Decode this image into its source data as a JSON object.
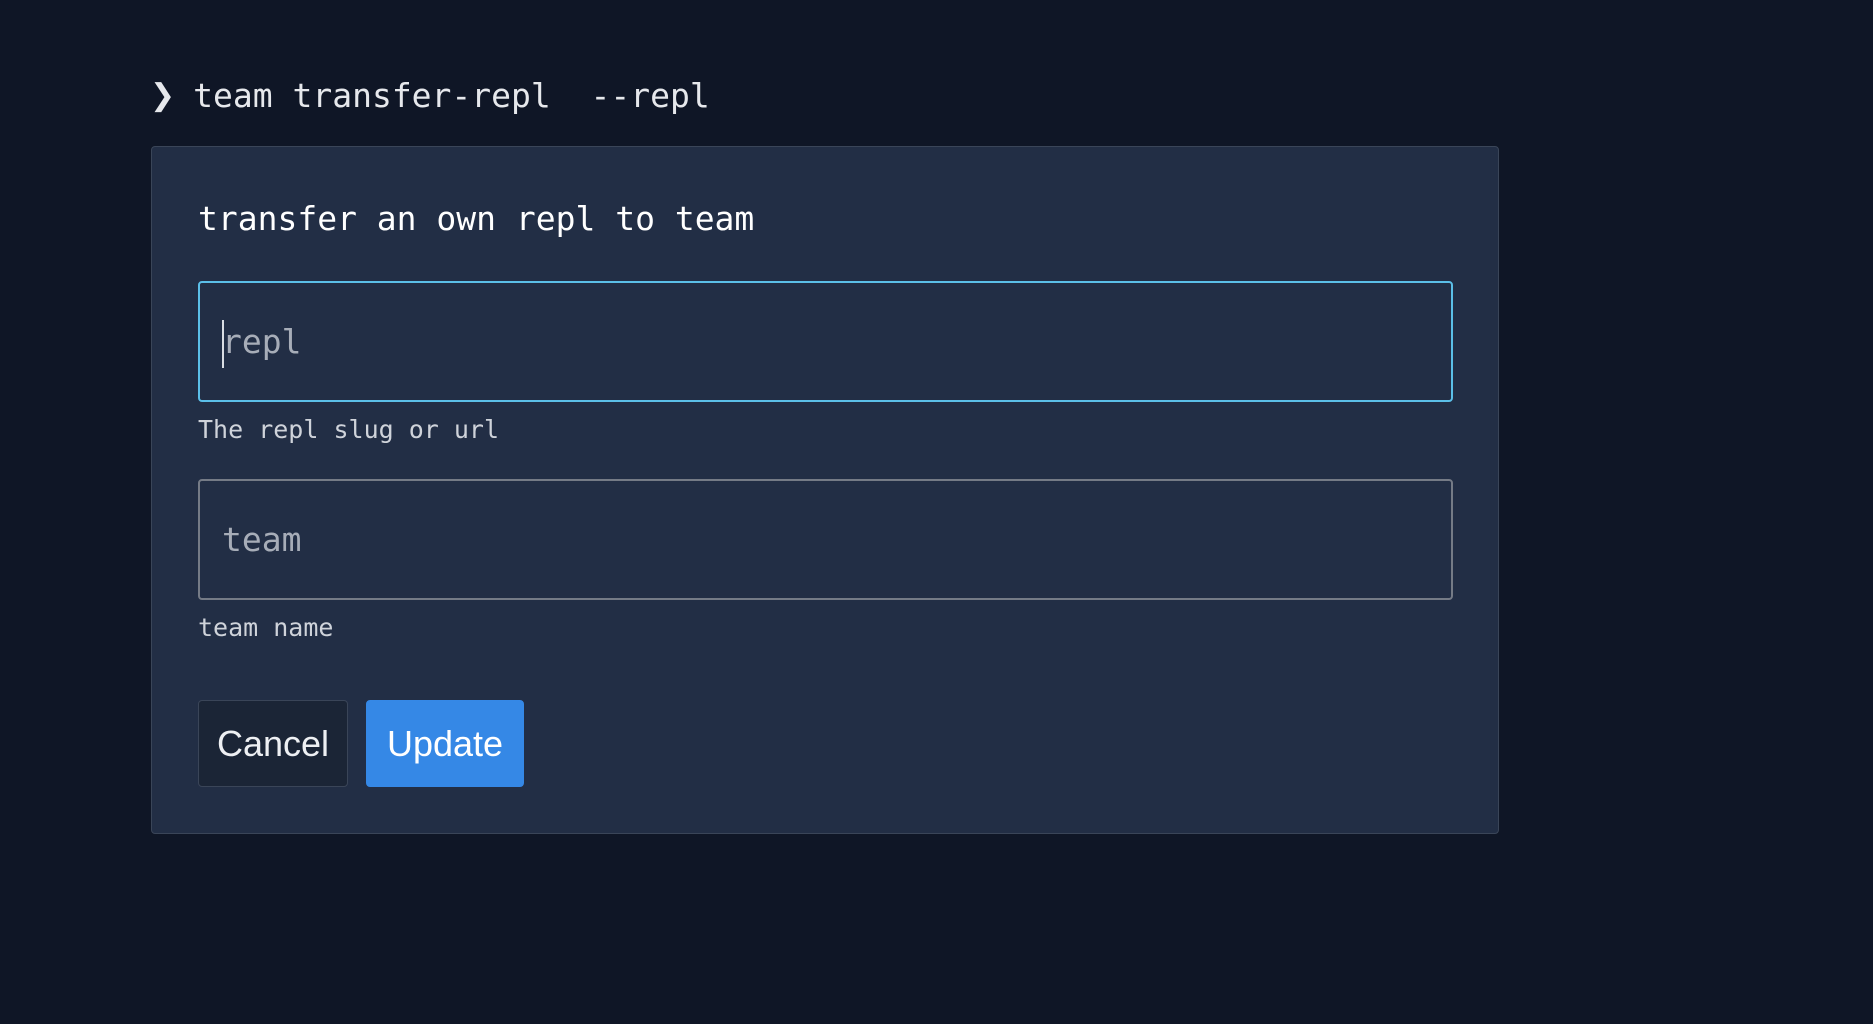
{
  "prompt": {
    "chevron": "❯",
    "command": "team transfer-repl  --repl"
  },
  "dialog": {
    "title": "transfer an own repl to team",
    "fields": [
      {
        "placeholder": "repl",
        "value": "",
        "hint": "The repl slug or url",
        "focused": true
      },
      {
        "placeholder": "team",
        "value": "",
        "hint": "team name",
        "focused": false
      }
    ],
    "buttons": {
      "cancel_label": "Cancel",
      "update_label": "Update"
    }
  },
  "colors": {
    "page_background": "#0f1626",
    "dialog_background": "#222e45",
    "focus_border": "#5bbfe8",
    "field_border": "#757b86",
    "primary_button": "#3588e6"
  }
}
